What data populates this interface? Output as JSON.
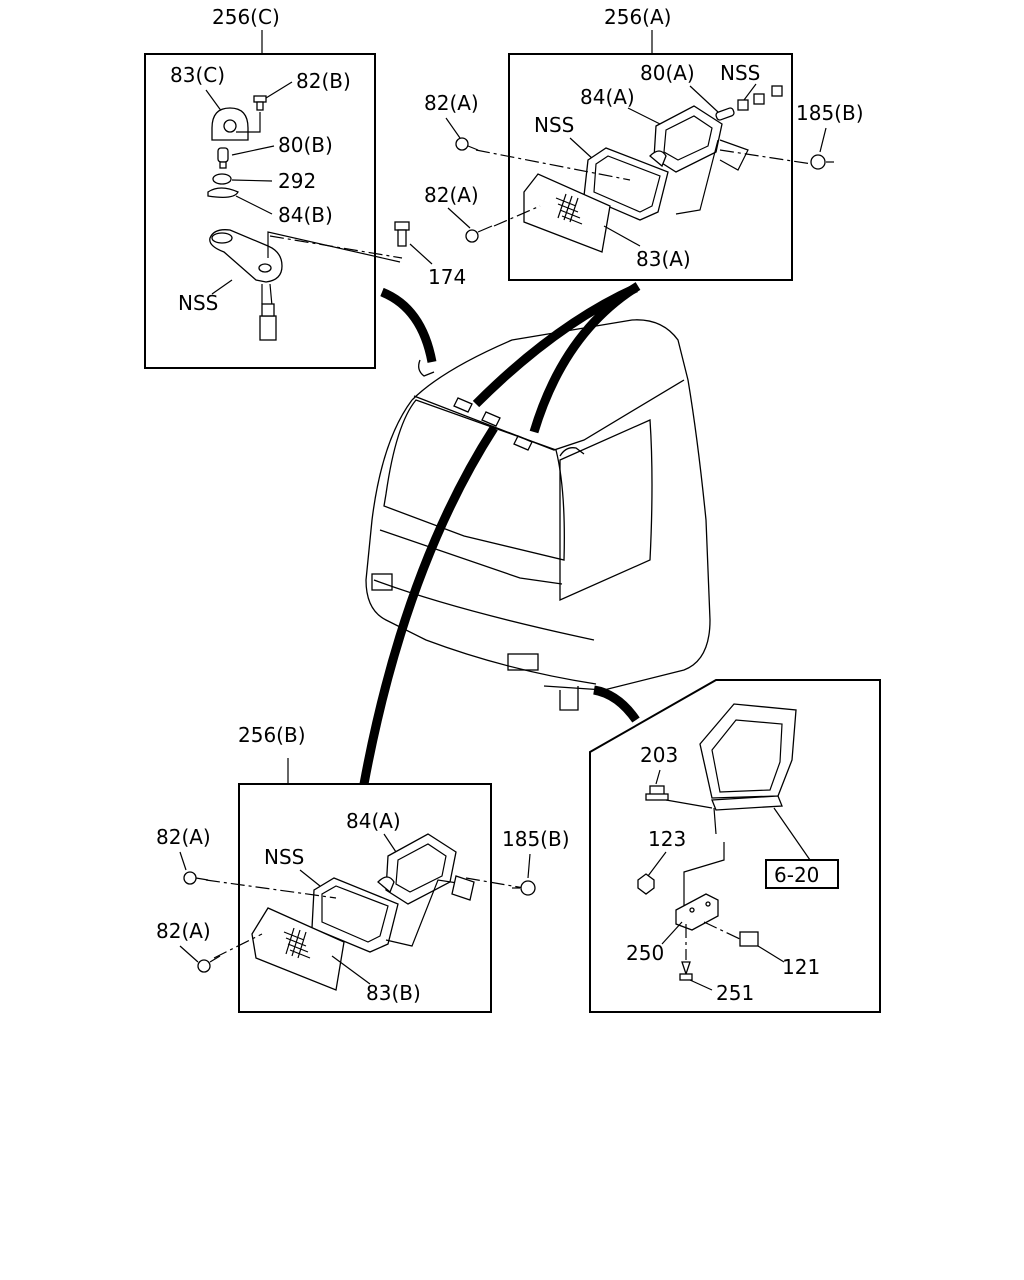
{
  "labels": {
    "c_title": "256(C)",
    "c_83c": "83(C)",
    "c_82b": "82(B)",
    "c_80b": "80(B)",
    "c_292": "292",
    "c_84b": "84(B)",
    "c_nss": "NSS",
    "c_174": "174",
    "a_title": "256(A)",
    "a_82a_top": "82(A)",
    "a_80a": "80(A)",
    "a_nss_right": "NSS",
    "a_84a": "84(A)",
    "a_nss_left": "NSS",
    "a_185b": "185(B)",
    "a_82a_bottom": "82(A)",
    "a_83a": "83(A)",
    "b_title": "256(B)",
    "b_84a": "84(A)",
    "b_185b": "185(B)",
    "b_82a_top": "82(A)",
    "b_nss": "NSS",
    "b_82a_bottom": "82(A)",
    "b_83b": "83(B)",
    "d_203": "203",
    "d_123": "123",
    "d_ref": "6-20",
    "d_250": "250",
    "d_121": "121",
    "d_251": "251"
  }
}
